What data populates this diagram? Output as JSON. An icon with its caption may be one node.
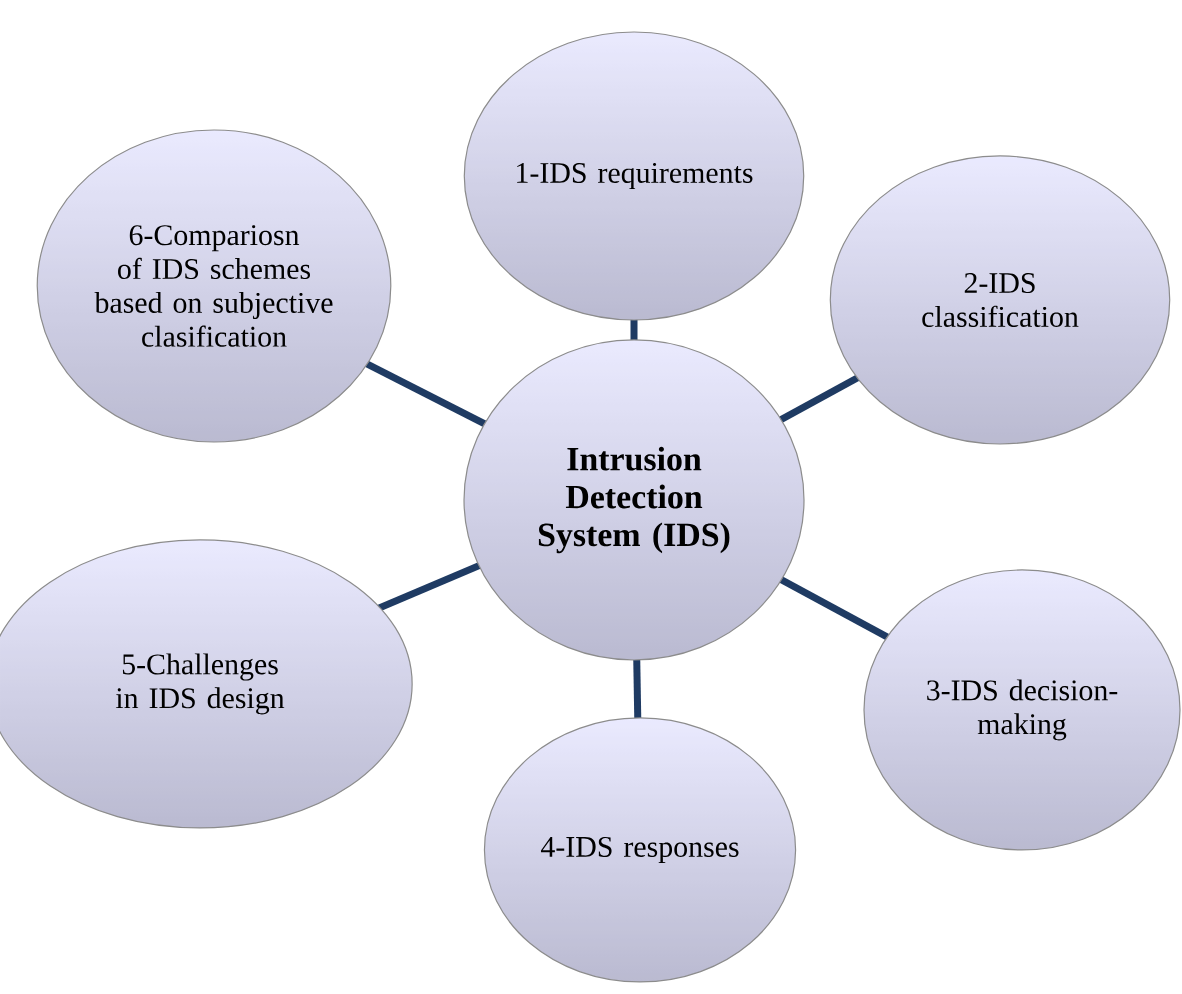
{
  "diagram": {
    "nodes": [
      {
        "text": [
          "Intrusion Detection System (IDS)"
        ]
      },
      {
        "text": [
          "1-IDS requirements"
        ]
      },
      {
        "text": [
          "2-IDS classification"
        ]
      },
      {
        "text": [
          "3-IDS decision-making"
        ]
      },
      {
        "text": [
          "4-IDS responses"
        ]
      },
      {
        "text": [
          "5-Challenges in IDS design"
        ]
      },
      {
        "text": [
          "6-Compariosn of IDS schemes based on subjective clasification"
        ]
      }
    ],
    "edges": [
      {
        "from": 0,
        "to": 1,
        "arrow": "none"
      },
      {
        "from": 0,
        "to": 2,
        "arrow": "none"
      },
      {
        "from": 0,
        "to": 3,
        "arrow": "none"
      },
      {
        "from": 0,
        "to": 4,
        "arrow": "none"
      },
      {
        "from": 0,
        "to": 5,
        "arrow": "none"
      },
      {
        "from": 0,
        "to": 6,
        "arrow": "none"
      }
    ]
  }
}
